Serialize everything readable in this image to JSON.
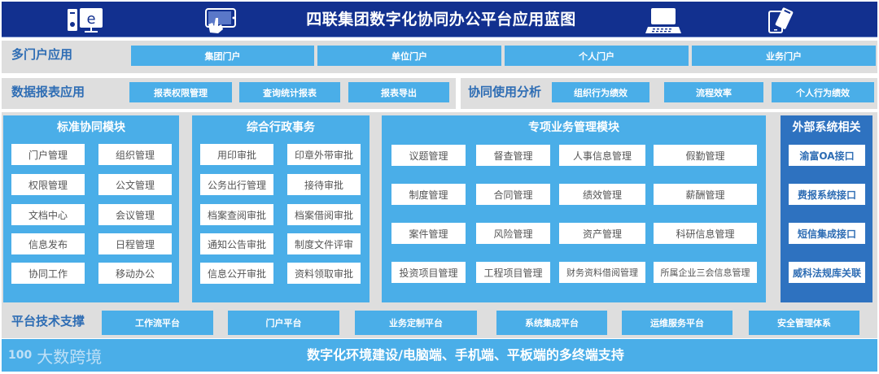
{
  "header": {
    "title": "四联集团数字化协同办公平台应用蓝图",
    "icons": [
      "desktop-computer-icon",
      "touch-tablet-icon",
      "laptop-icon",
      "mobile-devices-icon"
    ],
    "bg_color": "#12308f"
  },
  "portal_row": {
    "label": "多门户应用",
    "items": [
      "集团门户",
      "单位门户",
      "个人门户",
      "业务门户"
    ]
  },
  "report_row": {
    "label": "数据报表应用",
    "items": [
      "报表权限管理",
      "查询统计报表",
      "报表导出"
    ]
  },
  "analysis_row": {
    "label": "协同使用分析",
    "items": [
      "组织行为绩效",
      "流程效率",
      "个人行为绩效"
    ]
  },
  "standard_module": {
    "title": "标准协同模块",
    "items": [
      "门户管理",
      "组织管理",
      "权限管理",
      "公文管理",
      "文档中心",
      "会议管理",
      "信息发布",
      "日程管理",
      "协同工作",
      "移动办公"
    ]
  },
  "admin_module": {
    "title": "综合行政事务",
    "items": [
      "用印审批",
      "印章外带审批",
      "公务出行管理",
      "接待审批",
      "档案查阅审批",
      "档案借阅审批",
      "通知公告审批",
      "制度文件评审",
      "信息公开审批",
      "资料领取审批"
    ]
  },
  "business_module": {
    "title": "专项业务管理模块",
    "items": [
      "议题管理",
      "督查管理",
      "人事信息管理",
      "假勤管理",
      "制度管理",
      "合同管理",
      "绩效管理",
      "薪酬管理",
      "案件管理",
      "风险管理",
      "资产管理",
      "科研信息管理",
      "投资项目管理",
      "工程项目管理",
      "财务资料借阅管理",
      "所属企业三会信息管理"
    ]
  },
  "external_module": {
    "title": "外部系统相关",
    "items": [
      "渝富OA接口",
      "费报系统接口",
      "短信集成接口",
      "威科法规库关联"
    ]
  },
  "platform_row": {
    "label": "平台技术支撑",
    "items": [
      "工作流平台",
      "门户平台",
      "业务定制平台",
      "系统集成平台",
      "运维服务平台",
      "安全管理体系"
    ]
  },
  "footer": {
    "text": "数字化环境建设/电脑端、手机端、平板端的多终端支持",
    "brand_logo": "100",
    "brand_name": "大数跨境"
  },
  "colors": {
    "primary_light": "#4aaee8",
    "primary_dark": "#12308f",
    "external_bg": "#2e72c0",
    "label_text": "#2e6db4",
    "row_bg": "#dedede"
  }
}
